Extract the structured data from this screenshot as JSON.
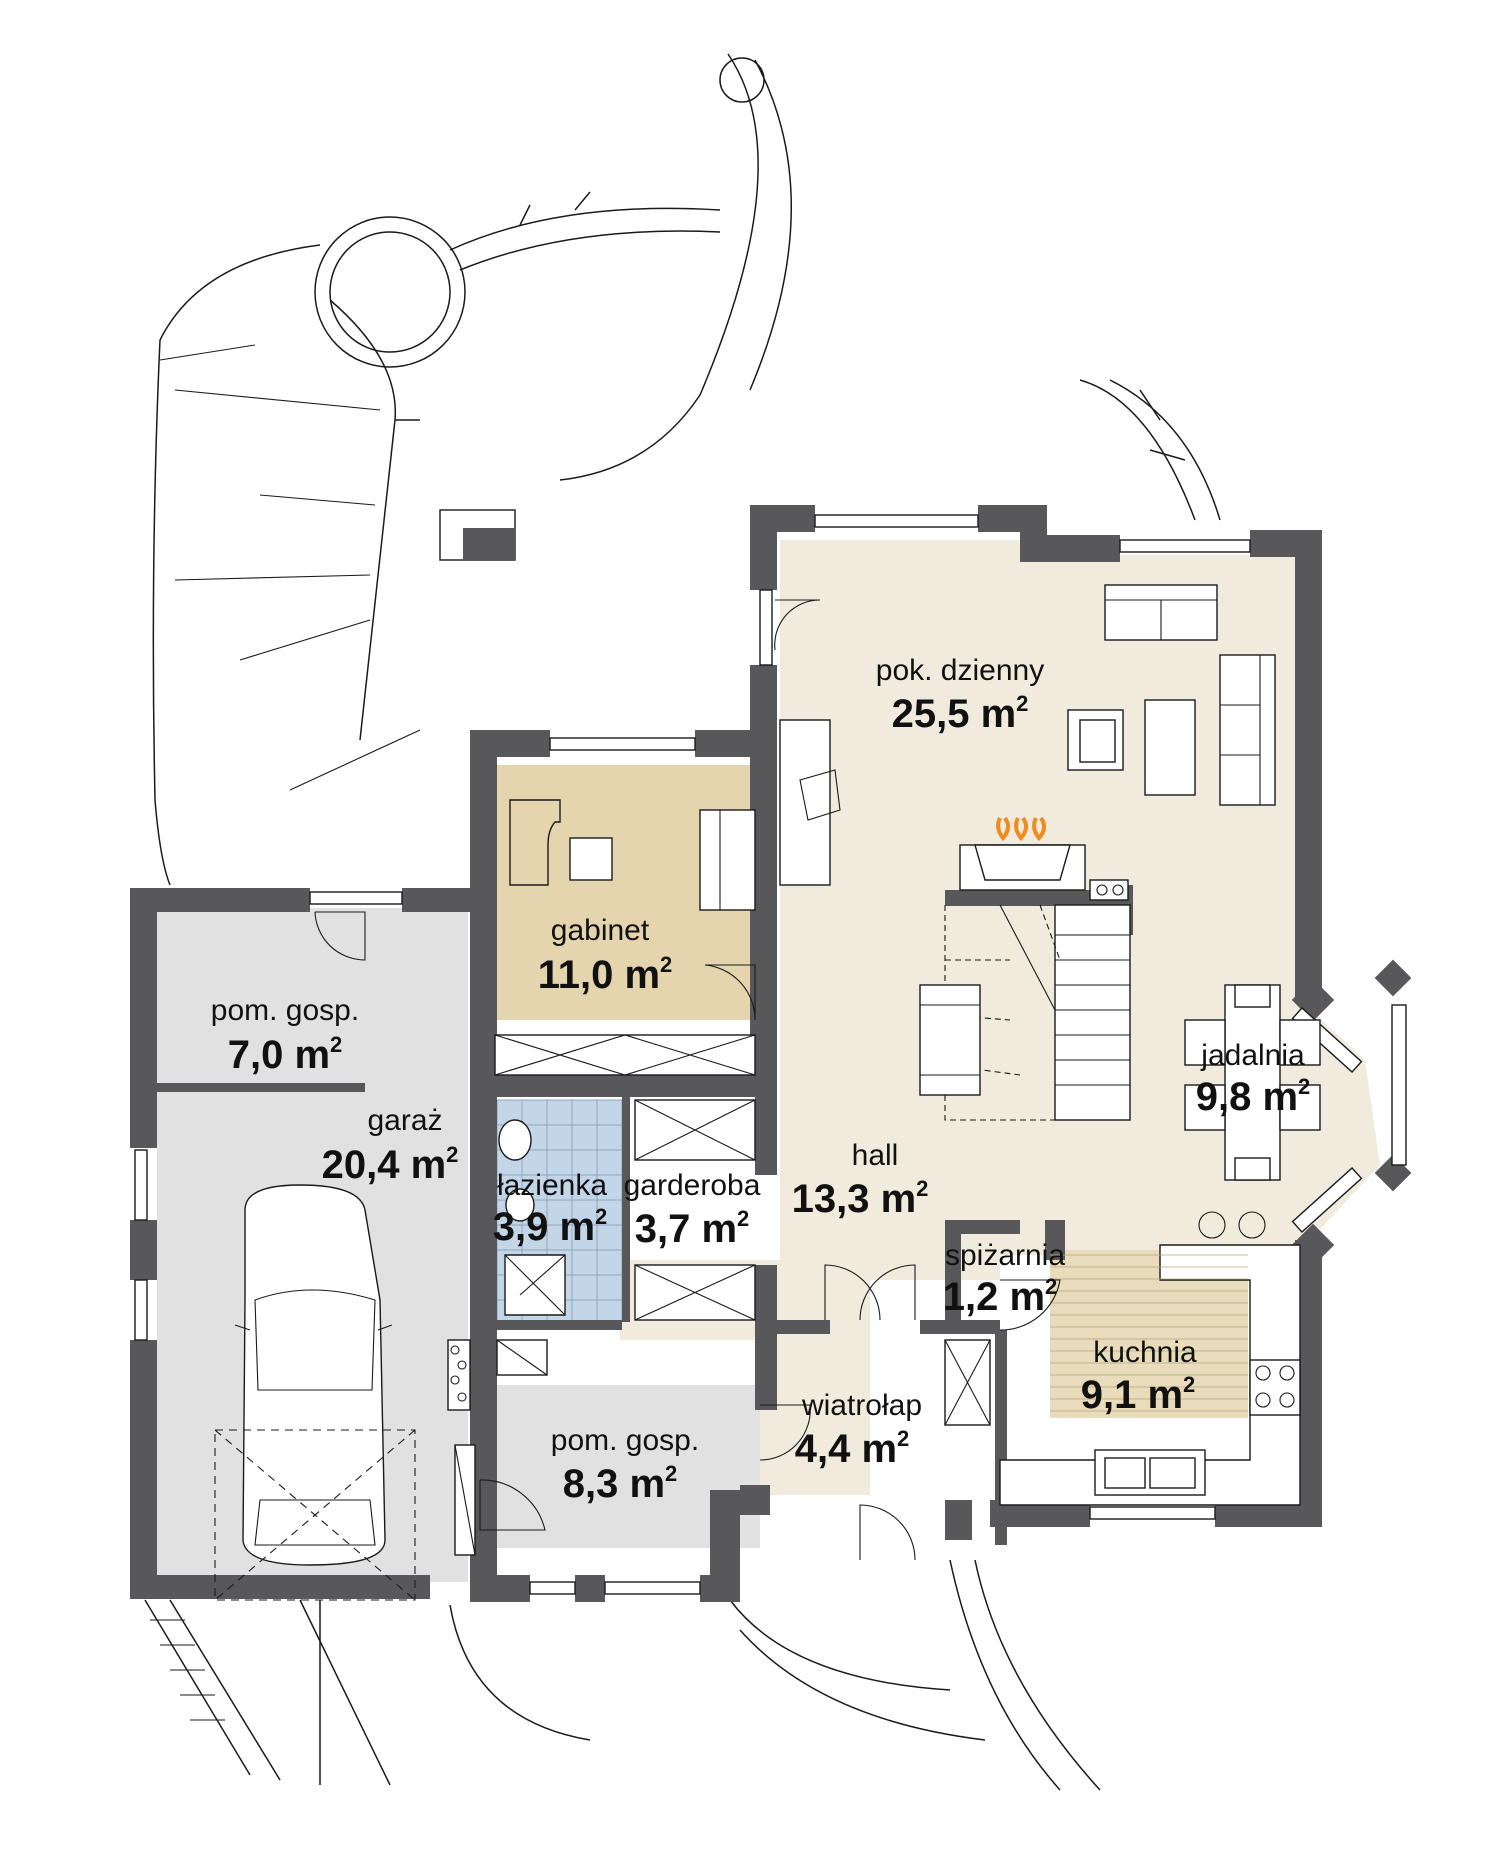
{
  "colors": {
    "living": "#f1ebdd",
    "study": "#e4d5ae",
    "utility": "#e1e1e1",
    "bathroom": "#c3d6e8",
    "wall": "#58585a",
    "kitchen_floor": "#e8dcbc",
    "flame": "#f08b1f"
  },
  "rooms": {
    "pok_dzienny": {
      "name": "pok. dzienny",
      "area": "25,5 m",
      "unit_sup": "2"
    },
    "gabinet": {
      "name": "gabinet",
      "area": "11,0 m",
      "unit_sup": "2"
    },
    "pom_gosp_1": {
      "name": "pom. gosp.",
      "area": "7,0 m",
      "unit_sup": "2"
    },
    "garaz": {
      "name": "garaż",
      "area": "20,4 m",
      "unit_sup": "2"
    },
    "lazienka": {
      "name": "łazienka",
      "area": "3,9 m",
      "unit_sup": "2"
    },
    "garderoba": {
      "name": "garderoba",
      "area": "3,7 m",
      "unit_sup": "2"
    },
    "hall": {
      "name": "hall",
      "area": "13,3 m",
      "unit_sup": "2"
    },
    "jadalnia": {
      "name": "jadalnia",
      "area": "9,8 m",
      "unit_sup": "2"
    },
    "spizarnia": {
      "name": "spiżarnia",
      "area": "1,2 m",
      "unit_sup": "2"
    },
    "kuchnia": {
      "name": "kuchnia",
      "area": "9,1 m",
      "unit_sup": "2"
    },
    "wiatrolap": {
      "name": "wiatrołap",
      "area": "4,4 m",
      "unit_sup": "2"
    },
    "pom_gosp_2": {
      "name": "pom. gosp.",
      "area": "8,3 m",
      "unit_sup": "2"
    }
  },
  "icons": [
    "fireplace-icon",
    "stairs-icon",
    "car-icon",
    "sofa-icon",
    "dining-table-icon",
    "stove-icon",
    "sink-icon",
    "toilet-icon",
    "shower-icon",
    "door-swing-icon",
    "terrace-icon"
  ]
}
